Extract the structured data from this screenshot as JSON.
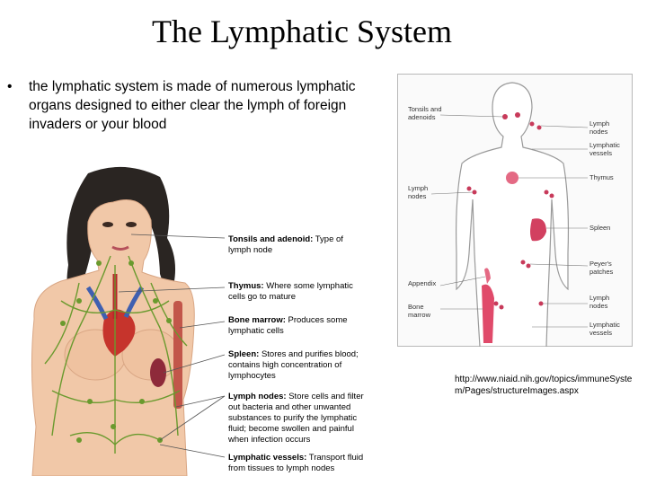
{
  "slide": {
    "title": "The Lymphatic System",
    "bullet_symbol": "•",
    "bullet": "the lymphatic system is made of numerous lymphatic organs designed to either clear the lymph of foreign invaders or your blood",
    "source_url": "http://www.niaid.nih.gov/topics/immuneSystem/Pages/structureImages.aspx"
  },
  "left_figure": {
    "callouts": [
      {
        "bold": "Tonsils and adenoid:",
        "rest": " Type of",
        "line2": "lymph node"
      },
      {
        "bold": "Thymus:",
        "rest": " Where some lymphatic",
        "line2": "cells go to mature"
      },
      {
        "bold": "Bone marrow:",
        "rest": " Produces some",
        "line2": "lymphatic cells"
      },
      {
        "bold": "Spleen:",
        "rest": " Stores and purifies blood;",
        "line2": "contains high concentration of",
        "line3": "lymphocytes"
      },
      {
        "bold": "Lymph nodes:",
        "rest": " Store cells and filter",
        "line2": "out bacteria and other unwanted",
        "line3": "substances to purify the lymphatic",
        "line4": "fluid; become swollen and painful",
        "line5": "when infection occurs"
      },
      {
        "bold": "Lymphatic vessels:",
        "rest": " Transport fluid",
        "line2": "from tissues to lymph nodes"
      }
    ]
  },
  "right_figure": {
    "labels_left": [
      {
        "l1": "Tonsils and",
        "l2": "adenoids"
      },
      {
        "l1": "Lymph",
        "l2": "nodes"
      },
      {
        "l1": "Appendix",
        "l2": ""
      },
      {
        "l1": "Bone",
        "l2": "marrow"
      }
    ],
    "labels_right": [
      {
        "l1": "Lymph",
        "l2": "nodes"
      },
      {
        "l1": "Lymphatic",
        "l2": "vessels"
      },
      {
        "l1": "Thymus",
        "l2": ""
      },
      {
        "l1": "Spleen",
        "l2": ""
      },
      {
        "l1": "Peyer's",
        "l2": "patches"
      },
      {
        "l1": "Lymph",
        "l2": "nodes"
      },
      {
        "l1": "Lymphatic",
        "l2": "vessels"
      }
    ]
  }
}
